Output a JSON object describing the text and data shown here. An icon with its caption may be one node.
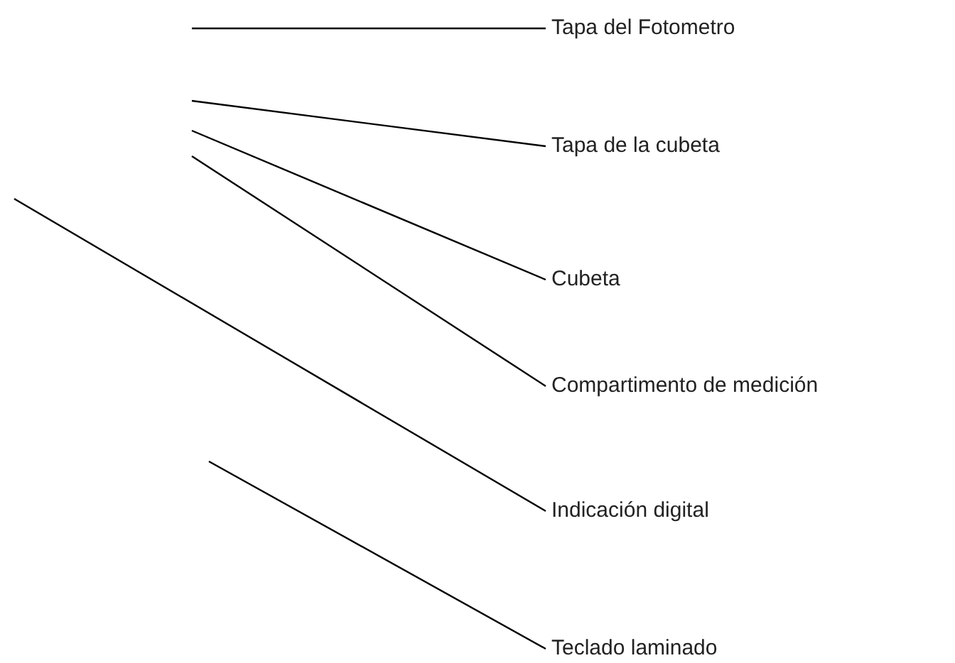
{
  "diagram": {
    "nodes": [
      {
        "text": [
          "Tapa del Fotometro"
        ]
      },
      {
        "text": [
          "Tapa de la cubeta"
        ]
      },
      {
        "text": [
          "Cubeta"
        ]
      },
      {
        "text": [
          "Compartimento de medición"
        ]
      },
      {
        "text": [
          "Indicación digital"
        ]
      },
      {
        "text": [
          "Teclado laminado"
        ]
      }
    ],
    "edges": [
      {
        "from": 0,
        "to": null,
        "arrow": "none"
      },
      {
        "from": 1,
        "to": null,
        "arrow": "none"
      },
      {
        "from": 2,
        "to": null,
        "arrow": "none"
      },
      {
        "from": 3,
        "to": null,
        "arrow": "none"
      },
      {
        "from": 4,
        "to": null,
        "arrow": "none"
      },
      {
        "from": 5,
        "to": null,
        "arrow": "none"
      }
    ]
  }
}
